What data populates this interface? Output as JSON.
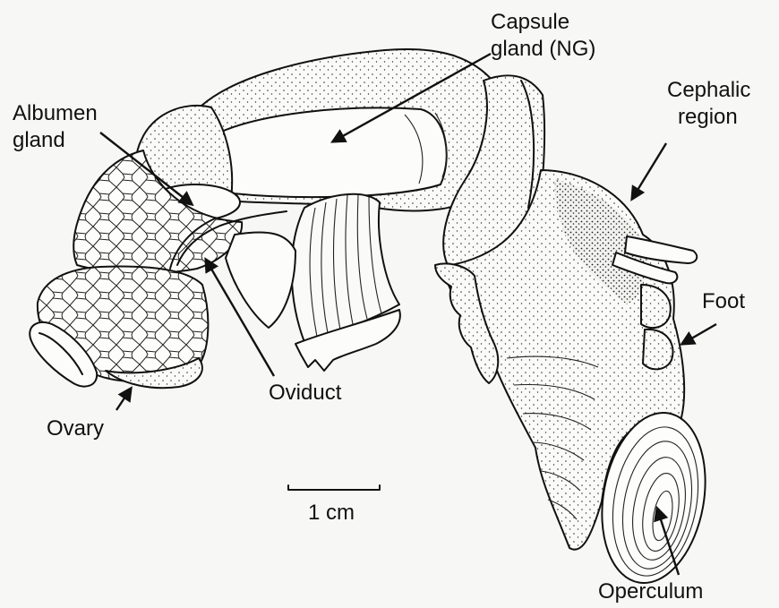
{
  "labels": {
    "capsule_gland": [
      "Capsule",
      "gland (NG)"
    ],
    "albumen_gland": [
      "Albumen",
      "gland"
    ],
    "cephalic_region": [
      "Cephalic",
      "region"
    ],
    "foot": "Foot",
    "oviduct": "Oviduct",
    "ovary": "Ovary",
    "operculum": "Operculum"
  },
  "scale_bar": {
    "label": "1 cm"
  },
  "colors": {
    "ink": "#111111",
    "paper": "#f7f7f5"
  }
}
